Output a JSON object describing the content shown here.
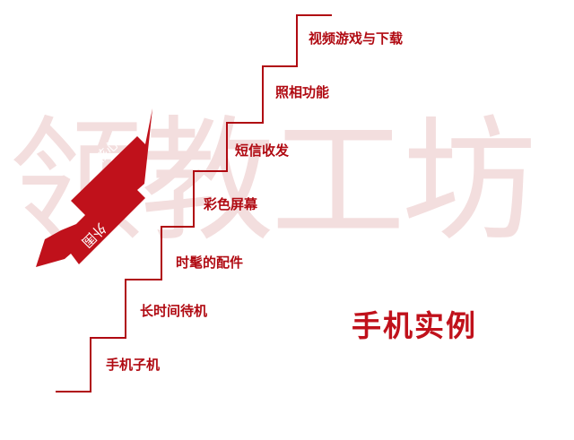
{
  "watermark": "领教工坊",
  "steps": [
    "手机子机",
    "长时间待机",
    "时髦的配件",
    "彩色屏幕",
    "短信收发",
    "照相功能",
    "视频游戏与下载"
  ],
  "arrow": {
    "upper_label": "核心",
    "lower_label": "外围"
  },
  "title": "手机实例",
  "colors": {
    "accent": "#c0111b",
    "staircase": "#b00a12",
    "watermark": "#f3dede"
  }
}
